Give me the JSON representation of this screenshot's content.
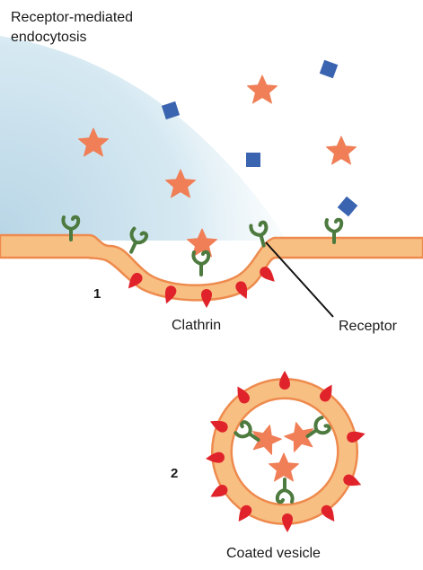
{
  "title": "Receptor-mediated endocytosis",
  "labels": {
    "step1": "1",
    "step2": "2",
    "clathrin": "Clathrin",
    "receptor": "Receptor",
    "coated_vesicle": "Coated vesicle"
  },
  "colors": {
    "membrane_fill": "#f8bf83",
    "membrane_edge": "#ee8a4d",
    "ligand_star": "#f07e56",
    "molecule_square": "#3a64b0",
    "receptor": "#4d7a3e",
    "clathrin": "#e0232b",
    "extracellular_shading": "#c7e0ec"
  },
  "icons": {
    "ligand": "star-ligand-icon",
    "other_molecule": "blue-square-molecule-icon",
    "receptor": "y-shaped-receptor-icon",
    "clathrin": "clathrin-droplet-icon"
  }
}
